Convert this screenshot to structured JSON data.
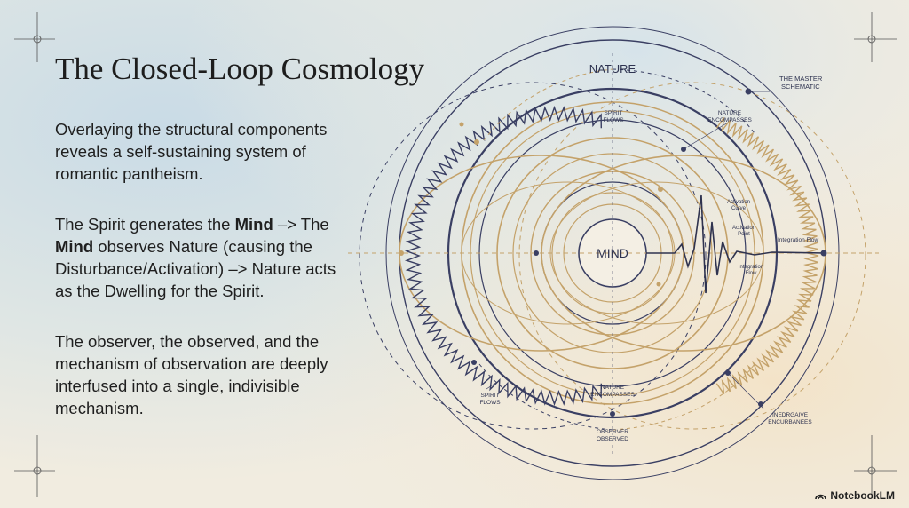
{
  "title": "The Closed-Loop Cosmology",
  "paragraphs": {
    "p1": "Overlaying the structural components reveals a self-sustaining system of romantic pantheism.",
    "p2": {
      "t1": "The Spirit generates the ",
      "b1": "Mind",
      "t2": " –> The ",
      "b2": "Mind",
      "t3": " observes Nature (causing the Disturbance/Activation) –> Nature acts as the Dwelling for the Spirit."
    },
    "p3": "The observer, the observed, and the mechanism of observation are deeply interfused into a single, indivisible mechanism."
  },
  "diagram": {
    "center_label": "MIND",
    "top_label": "NATURE",
    "master_schematic": [
      "THE MASTER",
      "SCHEMATIC"
    ],
    "spirit_flows_top": [
      "SPIRIT",
      "FLOWS"
    ],
    "nature_encompasses_top": [
      "NATURE",
      "ENCOMPASSES"
    ],
    "activation_curve": [
      "Activation",
      "Curve"
    ],
    "activation_point": [
      "Activation",
      "Point"
    ],
    "integration_flow_right": "Integration Flow",
    "integration_flow_small": [
      "Integration",
      "Flow"
    ],
    "spirit_flows_bottom": [
      "SPIRIT",
      "FLOWS"
    ],
    "nature_encompasses_bottom": [
      "NATURE",
      "ENCOMPASSES"
    ],
    "observer_observed": [
      "OBSERVER",
      "OBSERVED"
    ],
    "bottom_right": [
      "INEDRGAIVE",
      "ENCURBANEES"
    ]
  },
  "brand": "NotebookLM",
  "colors": {
    "navy": "#3a3f63",
    "gold": "#c4a26a",
    "text": "#1f1f1f"
  }
}
